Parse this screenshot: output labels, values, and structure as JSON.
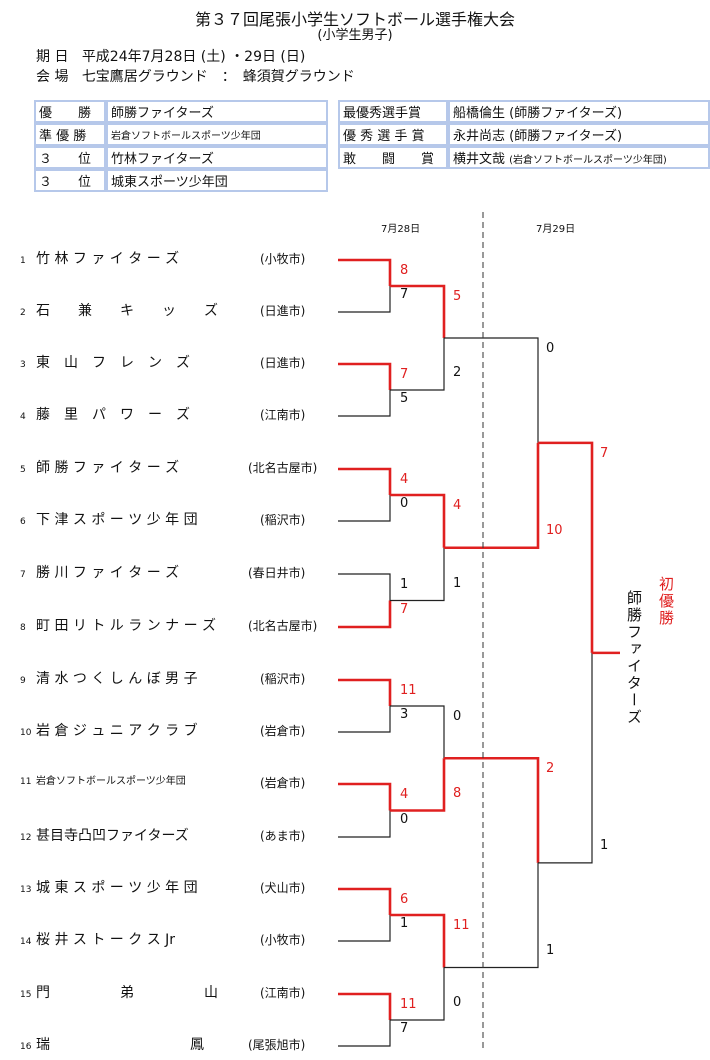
{
  "header": {
    "title": "第３７回尾張小学生ソフトボール選手権大会",
    "subtitle": "(小学生男子)",
    "date_label": "期 日",
    "date_value": "平成24年7月28日 (土) ・29日 (日)",
    "venue_label": "会 場",
    "venue_value": "七宝鷹居グラウンド　：　蜂須賀グラウンド"
  },
  "results": [
    {
      "label": "優　　勝",
      "team": "師勝ファイターズ"
    },
    {
      "label": "準 優 勝",
      "team": "岩倉ソフトボールスポーツ少年団"
    },
    {
      "label": "３　　位",
      "team": "竹林ファイターズ"
    },
    {
      "label": "３　　位",
      "team": "城東スポーツ少年団"
    }
  ],
  "awards": [
    {
      "label": "最優秀選手賞",
      "name": "船橋倫生 (師勝ファイターズ)"
    },
    {
      "label": "優 秀 選 手 賞",
      "name": "永井尚志 (師勝ファイターズ)"
    },
    {
      "label": "敢　　闘　　賞",
      "name": "横井文哉",
      "note": "(岩倉ソフトボールスポーツ少年団)"
    }
  ],
  "dates": {
    "day1": "7月28日",
    "day2": "7月29日"
  },
  "teams": [
    {
      "no": "1",
      "name": "竹 林 フ ァ イ タ ー ズ",
      "city": "(小牧市)"
    },
    {
      "no": "2",
      "name": "石　　兼　　キ　　ッ　　ズ",
      "city": "(日進市)"
    },
    {
      "no": "3",
      "name": "東　山　フ　レ　ン　ズ",
      "city": "(日進市)"
    },
    {
      "no": "4",
      "name": "藤　里　パ　ワ　ー　ズ",
      "city": "(江南市)"
    },
    {
      "no": "5",
      "name": "師 勝 フ ァ イ タ ー ズ",
      "city": "(北名古屋市)"
    },
    {
      "no": "6",
      "name": "下 津 ス ポ ー ツ 少 年 団",
      "city": "(稲沢市)"
    },
    {
      "no": "7",
      "name": "勝 川 フ ァ イ タ ー ズ",
      "city": "(春日井市)"
    },
    {
      "no": "8",
      "name": "町 田 リ ト ル ラ ン ナ ー ズ",
      "city": "(北名古屋市)"
    },
    {
      "no": "9",
      "name": "清 水 つ く し ん ぼ 男 子",
      "city": "(稲沢市)"
    },
    {
      "no": "10",
      "name": "岩 倉 ジ ュ ニ ア ク ラ ブ",
      "city": "(岩倉市)"
    },
    {
      "no": "11",
      "name": "岩倉ソフトボールスポーツ少年団",
      "city": "(岩倉市)"
    },
    {
      "no": "12",
      "name": "甚目寺凸凹ファイターズ",
      "city": "(あま市)"
    },
    {
      "no": "13",
      "name": "城 東 ス ポ ー ツ 少 年 団",
      "city": "(犬山市)"
    },
    {
      "no": "14",
      "name": "桜 井 ス ト ー ク ス Jr",
      "city": "(小牧市)"
    },
    {
      "no": "15",
      "name": "門　　　　　弟　　　　　山",
      "city": "(江南市)"
    },
    {
      "no": "16",
      "name": "瑞　　　　　　　　　　鳳",
      "city": "(尾張旭市)"
    }
  ],
  "scores": {
    "r1": [
      "8",
      "7",
      "7",
      "5",
      "4",
      "0",
      "1",
      "7",
      "11",
      "3",
      "4",
      "0",
      "6",
      "1",
      "11",
      "7"
    ],
    "r2": [
      "5",
      "2",
      "4",
      "1",
      "0",
      "8",
      "11",
      "0"
    ],
    "r3": [
      "0",
      "10",
      "2",
      "1"
    ],
    "final": [
      "7",
      "1"
    ]
  },
  "champion": {
    "badge": "初優勝",
    "team": "師勝ファイターズ"
  },
  "colors": {
    "win": "#e02020",
    "line": "#222222",
    "border": "#b6c8ea"
  }
}
